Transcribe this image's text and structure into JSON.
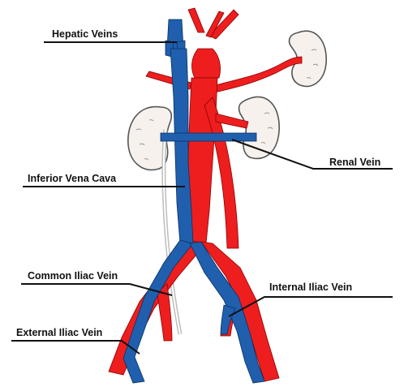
{
  "labels": {
    "hepatic_veins": "Hepatic Veins",
    "renal_vein": "Renal Vein",
    "inferior_vena_cava": "Inferior Vena Cava",
    "common_iliac_vein": "Common Iliac Vein",
    "internal_iliac_vein": "Internal Iliac Vein",
    "external_iliac_vein": "External Iliac Vein"
  },
  "colors": {
    "vein": "#1f5fae",
    "artery": "#ee1e1e",
    "kidney_fill": "#f6f1ec",
    "kidney_outline": "#555555",
    "ureter": "#c8c8c8",
    "label_text": "#111111",
    "background": "#ffffff"
  }
}
